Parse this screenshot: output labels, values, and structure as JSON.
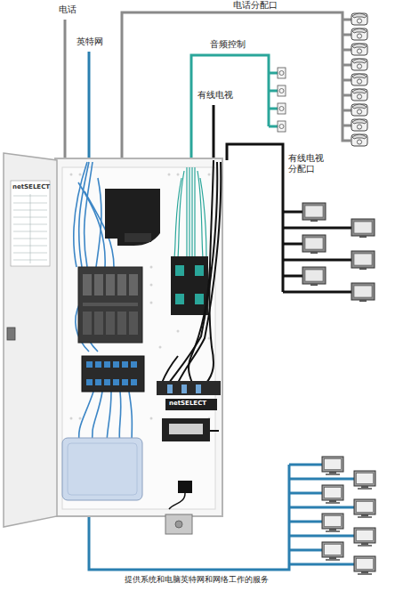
{
  "diagram": {
    "labels": [
      "电话",
      "英特网",
      "电话分配口",
      "音频控制",
      "有线电视",
      "有线电视 分配口",
      "netSELECT",
      "netSELECT",
      "提供系统和电脑英特网和网络工作的服务"
    ]
  }
}
